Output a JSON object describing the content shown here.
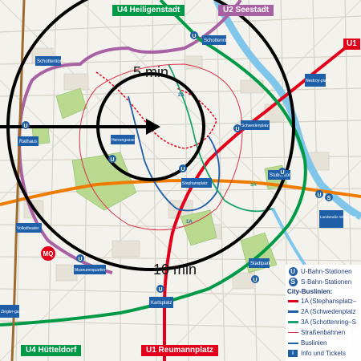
{
  "lines": {
    "u4_top": "U4 Heiligenstadt",
    "u2_top": "U2 Seestadt",
    "u1_right": "U1",
    "u4_bottom": "U4 Hütteldorf",
    "u1_bottom": "U1 Reumannplatz"
  },
  "rings": {
    "inner": "5 min",
    "outer": "10 min"
  },
  "stations": {
    "schottenring": "Schottenring",
    "nestroyplatz": "Nestroy-platz",
    "schottentor": "Schottentor",
    "rathaus": "Rathaus",
    "herrengasse": "Herrengasse",
    "schwedenplatz": "Schwedenplatz",
    "stubentor": "Stubentor",
    "stephansplatz": "Stephansplatz",
    "landstrasse": "Landstraße Wien Mitte",
    "volkstheater": "Volkstheater",
    "museumsquartier": "Museumsquartier",
    "karlsplatz": "Karlsplatz",
    "stadtpark": "Stadtpark",
    "zieglergasse": "Ziegler-gasse",
    "mq_badge": "MQ"
  },
  "legend": {
    "u_bahn": "U-Bahn-Stationen",
    "s_bahn": "S-Bahn-Stationen",
    "city_title": "City-Buslinien:",
    "bus_1a": "1A (Stephansplatz–",
    "bus_2a": "2A (Schwedenplatz",
    "bus_3a": "3A (Schottenring–S",
    "tram": "Straßenbahnen",
    "bus": "Buslinien",
    "info": "Info und Tickets"
  },
  "colors": {
    "u1": "#e2001a",
    "u2": "#a862a4",
    "u3": "#ef7c00",
    "u4": "#009a46",
    "u6": "#9d6b2f",
    "bus_1a": "#e2001a",
    "bus_2a": "#1f5fa8",
    "bus_3a": "#1aa36e",
    "ubahn_blue": "#1f5fa8",
    "banner_u4": "#009a46",
    "banner_u2": "#a862a4",
    "banner_u1": "#e2001a"
  }
}
